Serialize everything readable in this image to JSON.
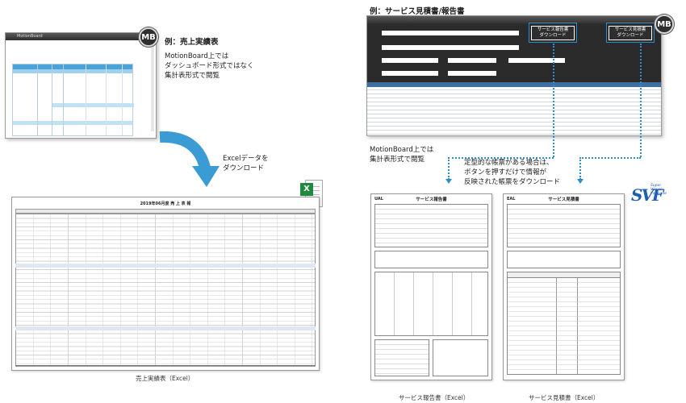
{
  "left": {
    "badge": "MB",
    "example_title": "例：売上実績表",
    "note_lines": [
      "MotionBoard上では",
      "ダッシュボード形式ではなく",
      "集計表形式で閲覧"
    ],
    "arrow_label_lines": [
      "Excelデータを",
      "ダウンロード"
    ],
    "caption": "売上実績表（Excel）",
    "app_name": "MotionBoard",
    "excel_sheet_title": "2019年06月度 売 上 表 報"
  },
  "right": {
    "badge": "MB",
    "example_title": "例：サービス見積書/報告書",
    "note_lines": [
      "MotionBoard上では",
      "集計表形式で閲覧"
    ],
    "callout_lines": [
      "定型的な帳票がある場合は、",
      "ボタンを押すだけで情報が",
      "反映された帳票をダウンロード"
    ],
    "btn_report_lines": [
      "サービス報告書",
      "ダウンロード"
    ],
    "btn_estimate_lines": [
      "サービス見積書",
      "ダウンロード"
    ],
    "report_caption": "サービス報告書（Excel）",
    "estimate_caption": "サービス見積書（Excel）",
    "report_title": "サービス報告書",
    "estimate_title": "サービス見積書",
    "report_logo": "UAL",
    "estimate_logo": "EAL",
    "logo_main": "SVF",
    "logo_sub_lines": [
      "Super",
      "Visual",
      "Formade"
    ]
  },
  "colors": {
    "accent_blue": "#2b8fcf",
    "dark_bar": "#2e2e2e"
  }
}
